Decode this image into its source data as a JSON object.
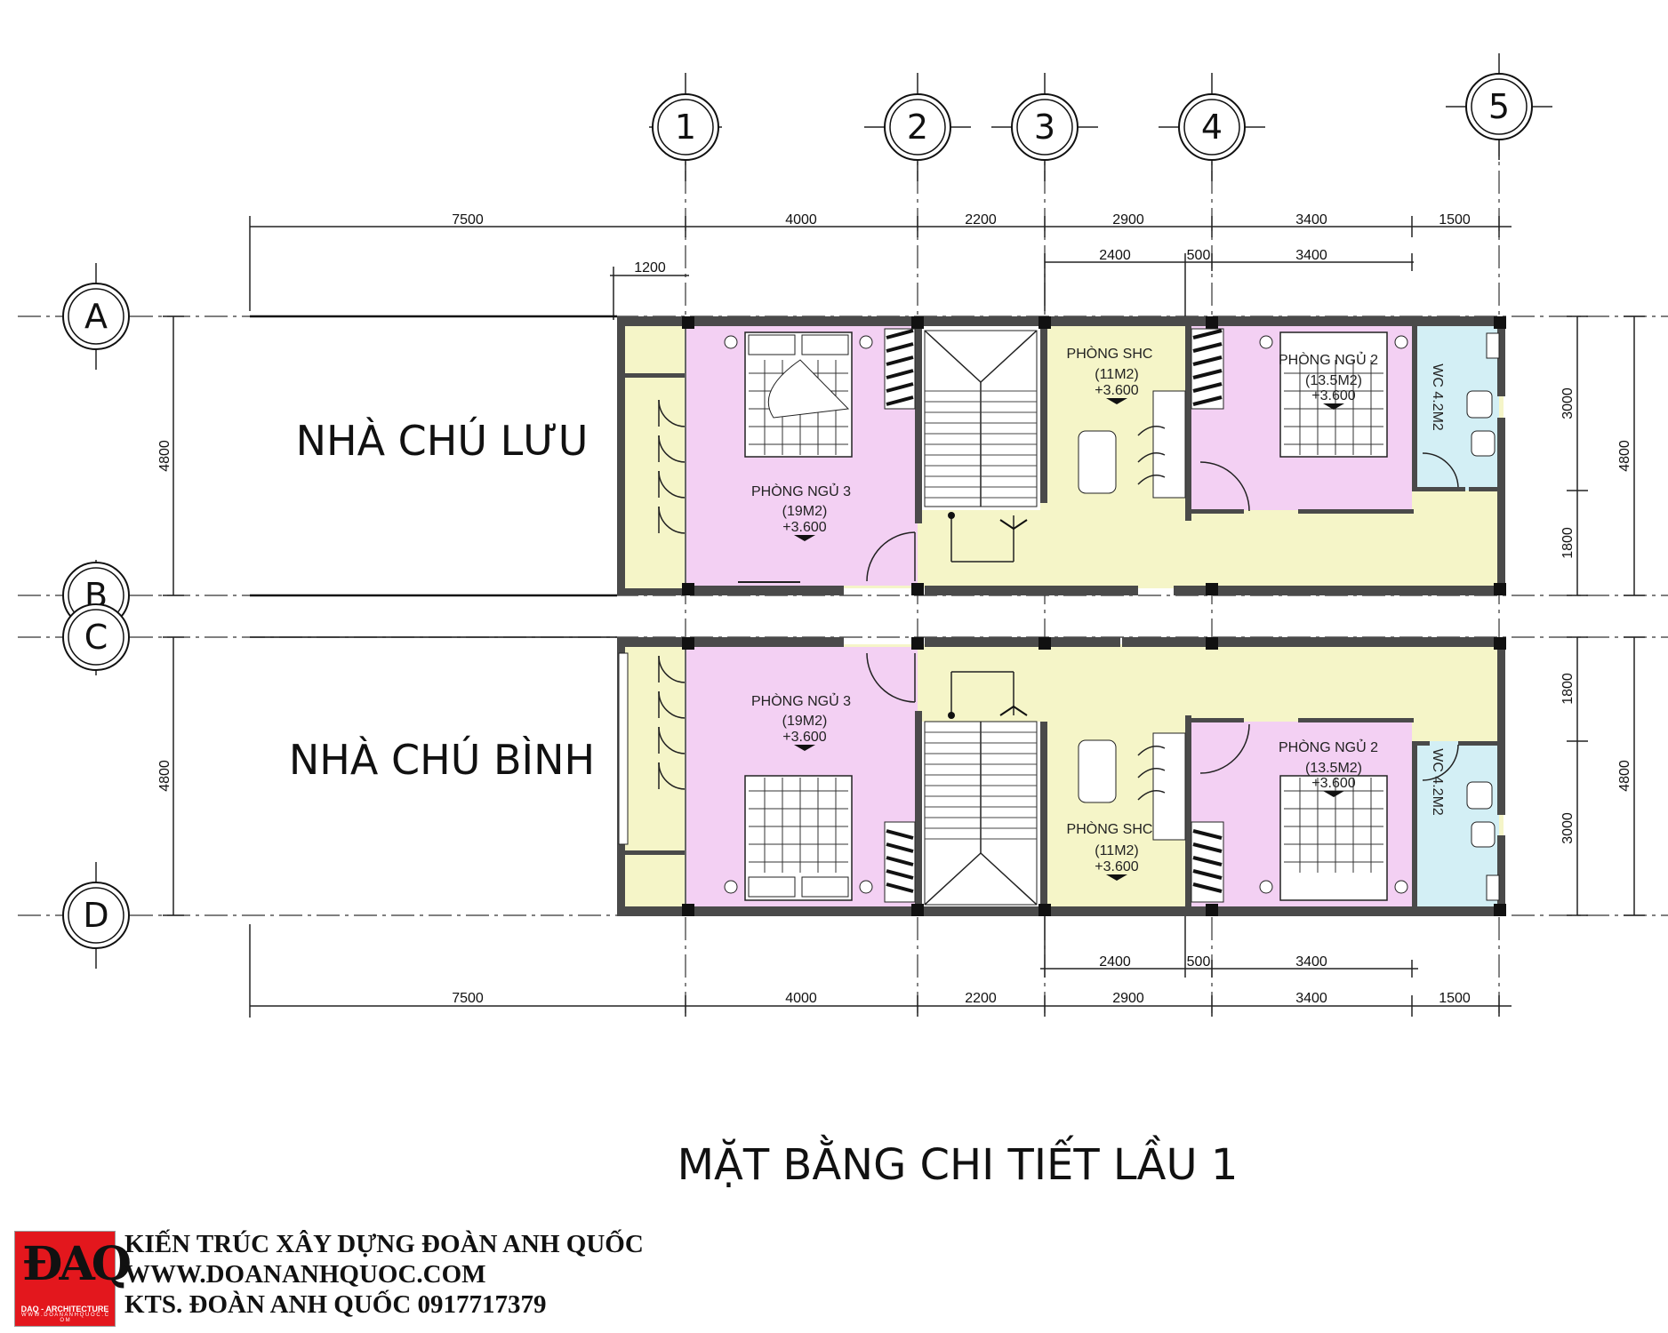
{
  "grid_axes": {
    "columns": [
      "1",
      "2",
      "3",
      "4",
      "5"
    ],
    "rows": [
      "A",
      "B",
      "C",
      "D"
    ]
  },
  "dimensions": {
    "top_main": [
      "7500",
      "4000",
      "2200",
      "2900",
      "3400",
      "1500"
    ],
    "top_sub": [
      "1200",
      "2400",
      "500",
      "3400"
    ],
    "bottom_main": [
      "7500",
      "4000",
      "2200",
      "2900",
      "3400",
      "1500"
    ],
    "bottom_sub": [
      "2400",
      "500",
      "3400"
    ],
    "left": [
      "4800",
      "4800"
    ],
    "right_inner_upper": [
      "3000",
      "1800"
    ],
    "right_inner_lower": [
      "1800",
      "3000"
    ],
    "right_outer": [
      "4800",
      "4800"
    ]
  },
  "houses": {
    "upper_neighbor": "NHÀ CHÚ LƯU",
    "lower_neighbor": "NHÀ CHÚ BÌNH"
  },
  "rooms": {
    "upper": {
      "bedroom3": {
        "name": "PHÒNG NGỦ 3",
        "area": "(19M2)",
        "level": "+3.600"
      },
      "shc": {
        "name": "PHÒNG SHC",
        "area": "(11M2)",
        "level": "+3.600"
      },
      "bedroom2": {
        "name": "PHÒNG NGỦ 2",
        "area": "(13.5M2)",
        "level": "+3.600"
      },
      "wc": "WC 4.2M2"
    },
    "lower": {
      "bedroom3": {
        "name": "PHÒNG NGỦ 3",
        "area": "(19M2)",
        "level": "+3.600"
      },
      "shc": {
        "name": "PHÒNG SHC",
        "area": "(11M2)",
        "level": "+3.600"
      },
      "bedroom2": {
        "name": "PHÒNG NGỦ 2",
        "area": "(13.5M2)",
        "level": "+3.600"
      },
      "wc": "WC 4.2M2"
    }
  },
  "colors": {
    "bedroom": "#f3d0f3",
    "corridor": "#f5f5c8",
    "wc": "#d3eff5",
    "wall": "#4a4a4a"
  },
  "title": "MẶT BẰNG CHI TIẾT LẦU 1",
  "footer": {
    "logo_mark": "ĐAQ",
    "logo_sub": "DAQ - ARCHITECTURE",
    "logo_url": "W W W . D O A N A N H Q U O C . C O M",
    "line1": "KIẾN TRÚC XÂY DỰNG ĐOÀN ANH QUỐC",
    "line2": "WWW.DOANANHQUOC.COM",
    "line3": "KTS. ĐOÀN ANH QUỐC 0917717379"
  }
}
